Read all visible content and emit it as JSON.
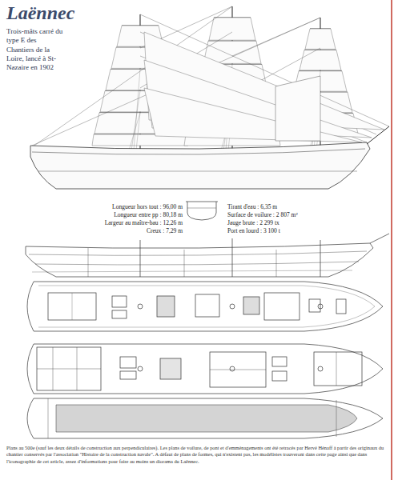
{
  "diagram": {
    "title": "Laënnec",
    "caption": "Plans au 500e (sauf les deux détails de construction aux perpendiculaires). Les plans de voilure, de pont et d'emménagements ont été retracés par Hervé Hénaff à partir des originaux du chantier conservés par l'association \"Histoire de la construction navale\". A défaut de plans de formes, qui n'existent pas, les modélistes trouveront dans cette page ainsi que dans l'iconographie de cet article, assez d'informations pour faire au moins un diorama du Laënnec.",
    "labels": [
      "Trois-mâts carré du type E des Chantiers de la Loire, lancé à St-Nazaire en 1902",
      "Longueur hors tout : 96,00 m",
      "Longueur entre pp : 80,18 m",
      "Largeur au maître-bau : 12,26 m",
      "Creux : 7,29 m",
      "Tirant d'eau : 6,35 m",
      "Surface de voilure : 2 807 m²",
      "Jauge brute : 2 299 tx",
      "Port en lourd : 3 100 t"
    ]
  }
}
